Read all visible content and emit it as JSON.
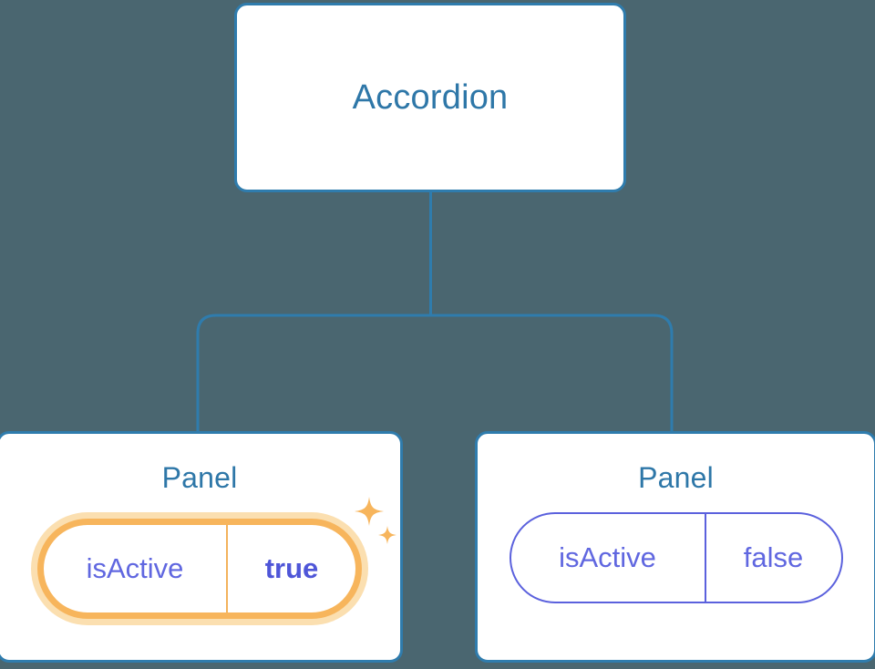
{
  "diagram": {
    "type": "component-tree",
    "background_color": "#4a6670",
    "edge_color": "#2f7cad",
    "root": {
      "label": "Accordion",
      "title_color": "#2e77a8",
      "border_color": "#2f7cad"
    },
    "children": [
      {
        "label": "Panel",
        "highlighted": true,
        "prop": {
          "key": "isActive",
          "value": "true",
          "value_emphasis": "bold",
          "key_color": "#6067e0",
          "value_color": "#4f56d8",
          "border_color": "#f7b55c",
          "glow_color": "#fbdfb0"
        },
        "decoration": "sparkles-icon"
      },
      {
        "label": "Panel",
        "highlighted": false,
        "prop": {
          "key": "isActive",
          "value": "false",
          "value_emphasis": "normal",
          "key_color": "#6067e0",
          "value_color": "#6067e0",
          "border_color": "#5b61dd",
          "glow_color": null
        },
        "decoration": null
      }
    ]
  }
}
